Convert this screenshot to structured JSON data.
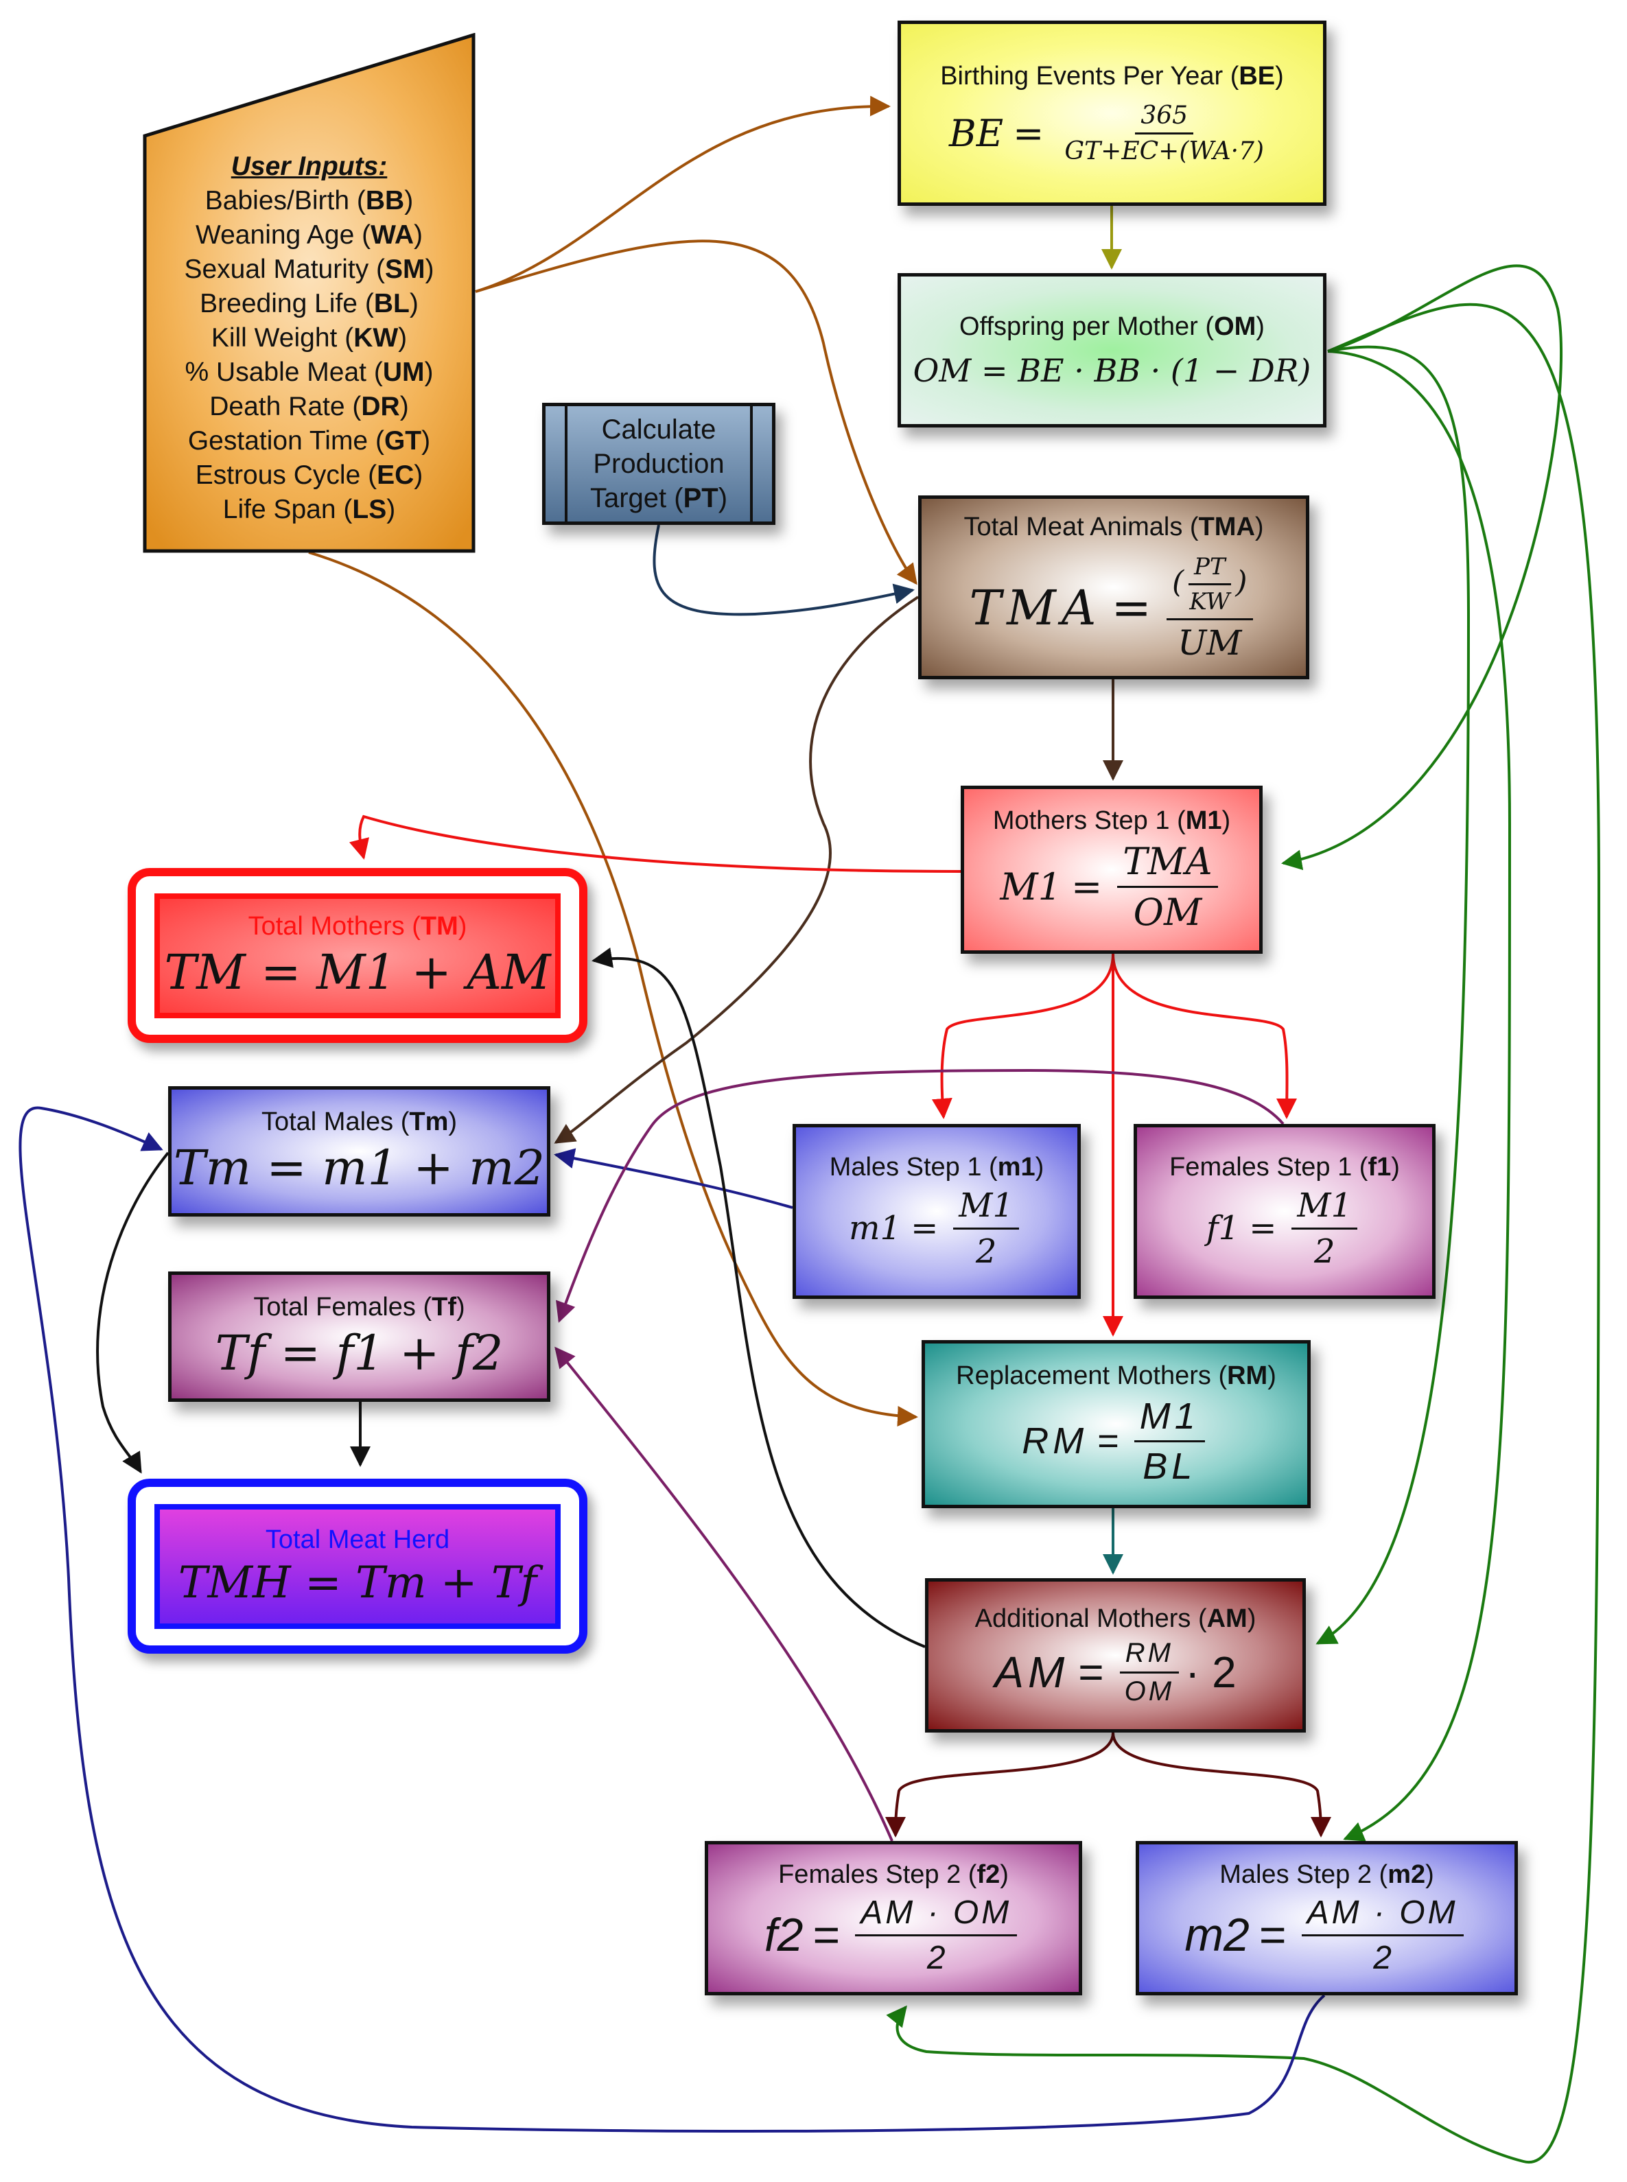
{
  "inputs": {
    "heading": "User Inputs:",
    "items": [
      {
        "label": "Babies/Birth ",
        "abbr": "BB"
      },
      {
        "label": "Weaning Age ",
        "abbr": "WA"
      },
      {
        "label": "Sexual Maturity ",
        "abbr": "SM"
      },
      {
        "label": "Breeding Life ",
        "abbr": "BL"
      },
      {
        "label": "Kill Weight ",
        "abbr": "KW"
      },
      {
        "label": "% Usable Meat ",
        "abbr": "UM"
      },
      {
        "label": "Death Rate ",
        "abbr": "DR"
      },
      {
        "label": "Gestation Time ",
        "abbr": "GT"
      },
      {
        "label": "Estrous Cycle ",
        "abbr": "EC"
      },
      {
        "label": "Life Span ",
        "abbr": "LS"
      }
    ]
  },
  "nodes": {
    "be": {
      "title": "Birthing Events Per Year ",
      "abbr": "BE",
      "lhs": "BE",
      "eq": "=",
      "num": "365",
      "den": "GT+EC+(WA·7)"
    },
    "om": {
      "title": "Offspring per Mother ",
      "abbr": "OM",
      "formula": "OM = BE · BB · (1 − DR)"
    },
    "pt": {
      "line1": "Calculate",
      "line2": "Production",
      "line3": "Target ",
      "abbr": "PT"
    },
    "tma": {
      "title": "Total Meat Animals ",
      "abbr": "TMA",
      "lhs": "TMA",
      "eq": "=",
      "inner_num": "PT",
      "inner_den": "KW",
      "den": "UM"
    },
    "m1": {
      "title": "Mothers Step 1 ",
      "abbr": "M1",
      "lhs": "M1",
      "eq": "=",
      "num": "TMA",
      "den": "OM"
    },
    "m1s": {
      "title": "Males Step 1 ",
      "abbr": "m1",
      "lhs": "m1",
      "eq": "=",
      "num": "M1",
      "den": "2"
    },
    "f1s": {
      "title": "Females Step 1 ",
      "abbr": "f1",
      "lhs": "f1",
      "eq": "=",
      "num": "M1",
      "den": "2"
    },
    "rm": {
      "title": "Replacement Mothers ",
      "abbr": "RM",
      "lhs": "RM",
      "eq": "=",
      "num": "M1",
      "den": "BL"
    },
    "am": {
      "title": "Additional Mothers ",
      "abbr": "AM",
      "lhs": "AM",
      "eq": "=",
      "num": "RM",
      "den": "OM",
      "tail": "· 2"
    },
    "f2s": {
      "title": "Females Step 2 ",
      "abbr": "f2",
      "lhs": "f2",
      "eq": "=",
      "num": "AM · OM",
      "den": "2"
    },
    "m2s": {
      "title": "Males Step 2 ",
      "abbr": "m2",
      "lhs": "m2",
      "eq": "=",
      "num": "AM · OM",
      "den": "2"
    },
    "tm": {
      "title": "Total Mothers ",
      "abbr": "TM",
      "formula": "TM = M1 + AM"
    },
    "tmales": {
      "title": "Total Males ",
      "abbr": "Tm",
      "formula": "Tm = m1 + m2"
    },
    "tfemales": {
      "title": "Total Females ",
      "abbr": "Tf",
      "formula": "Tf = f1 + f2"
    },
    "tmh": {
      "title": "Total Meat Herd",
      "formula": "TMH = Tm + Tf"
    }
  },
  "colors": {
    "inputs_edge": "#a0520a",
    "be_edge": "#9a9a10",
    "om_edge": "#1a7a10",
    "pt_edge": "#1b3658",
    "tma_edge": "#4a2e1e",
    "m1_edge": "#ee1111",
    "m1s_edge": "#1c1c8a",
    "f1s_edge": "#7a1f66",
    "rm_edge": "#156a6a",
    "am_edge": "#5a0a0a",
    "am_tm_edge": "#111111",
    "f2s_edge": "#7a1f66",
    "m2s_edge": "#1c1c8a",
    "tmales_edge": "#111111",
    "tfemales_edge": "#111111"
  }
}
